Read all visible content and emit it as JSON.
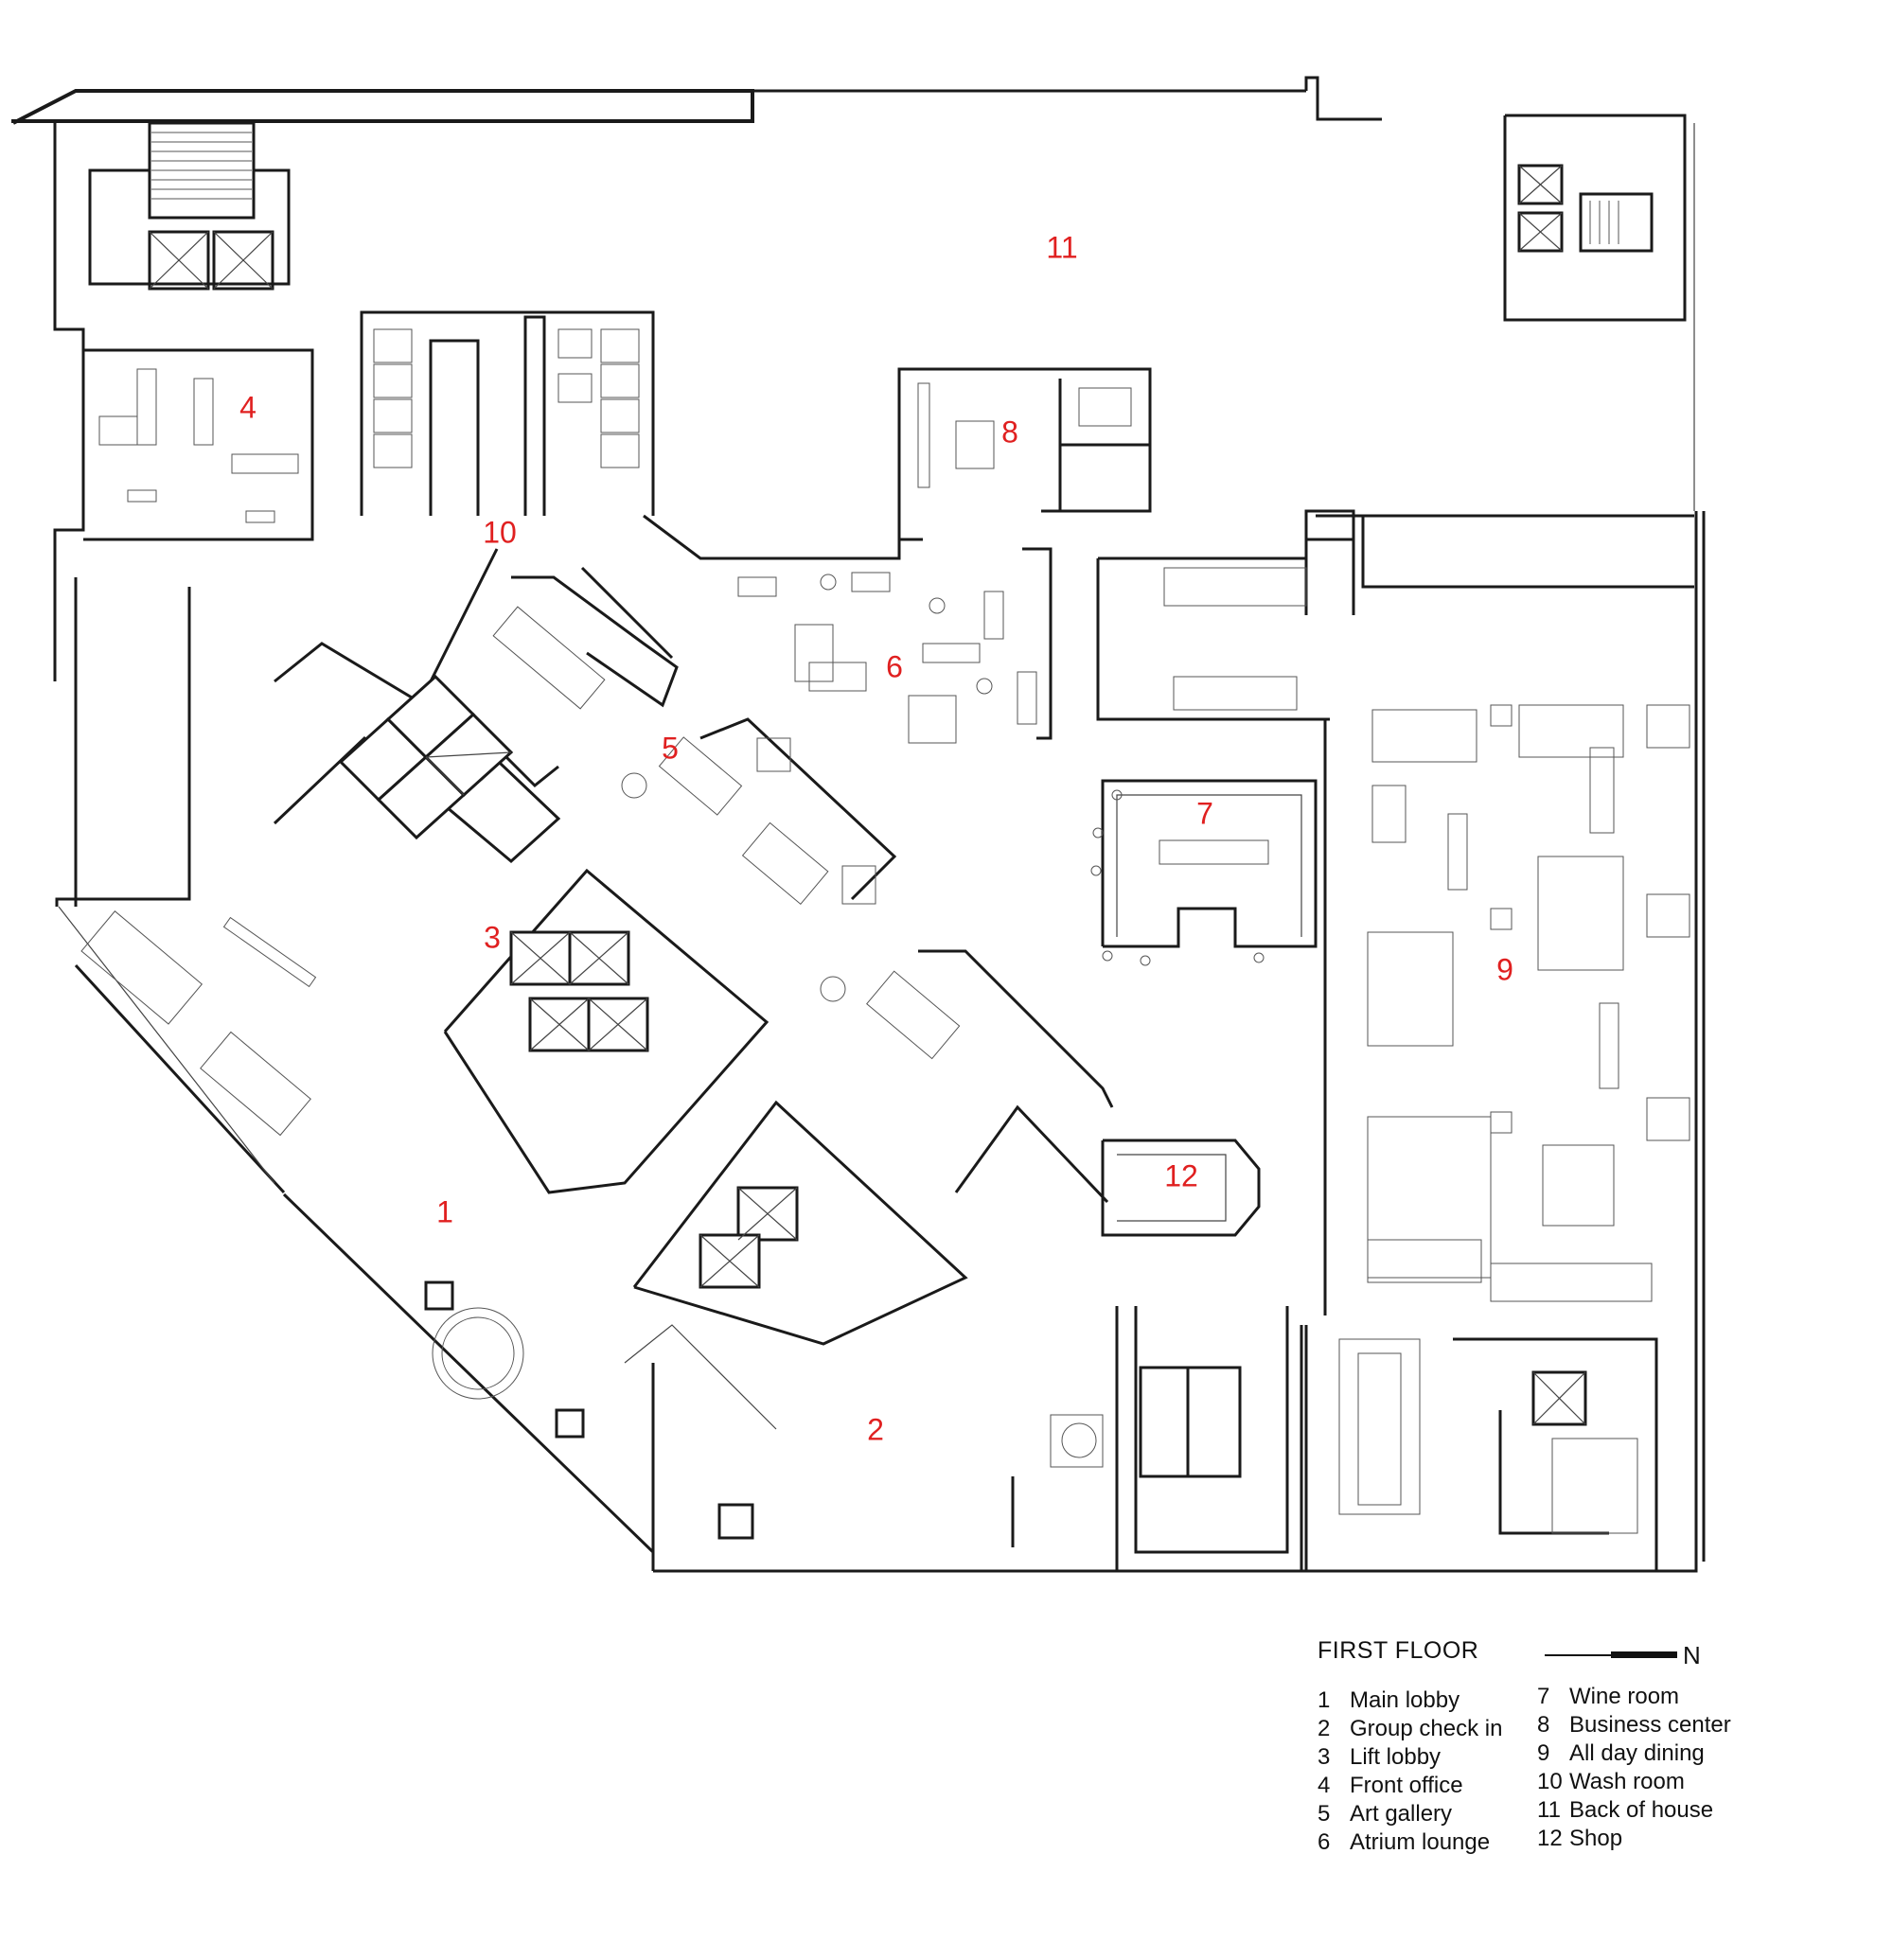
{
  "room_numbers": {
    "r1": "1",
    "r2": "2",
    "r3": "3",
    "r4": "4",
    "r5": "5",
    "r6": "6",
    "r7": "7",
    "r8": "8",
    "r9": "9",
    "r10": "10",
    "r11": "11",
    "r12": "12"
  },
  "legend": {
    "title": "FIRST FLOOR",
    "north_label": "N",
    "left_items": [
      {
        "num": "1",
        "label": "Main lobby"
      },
      {
        "num": "2",
        "label": "Group check in"
      },
      {
        "num": "3",
        "label": "Lift lobby"
      },
      {
        "num": "4",
        "label": "Front office"
      },
      {
        "num": "5",
        "label": "Art gallery"
      },
      {
        "num": "6",
        "label": "Atrium lounge"
      }
    ],
    "right_items": [
      {
        "num": "7",
        "label": "Wine room"
      },
      {
        "num": "8",
        "label": "Business center"
      },
      {
        "num": "9",
        "label": "All day dining"
      },
      {
        "num": "10",
        "label": "Wash room"
      },
      {
        "num": "11",
        "label": "Back of house"
      },
      {
        "num": "12",
        "label": "Shop"
      }
    ]
  },
  "colors": {
    "room_number": "#e02020",
    "wall": "#1a1a1a",
    "background": "#ffffff"
  }
}
